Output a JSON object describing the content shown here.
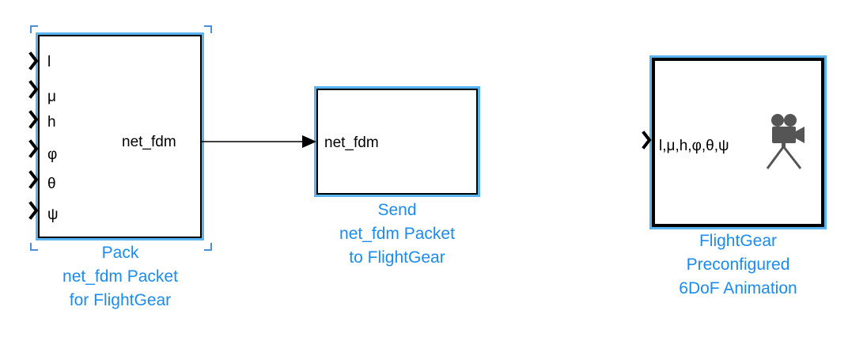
{
  "blocks": {
    "pack": {
      "inputs": [
        "l",
        "μ",
        "h",
        "φ",
        "θ",
        "ψ"
      ],
      "output": "net_fdm",
      "label": [
        "Pack",
        "net_fdm Packet",
        "for FlightGear"
      ]
    },
    "send": {
      "input": "net_fdm",
      "label": [
        "Send",
        "net_fdm Packet",
        "to FlightGear"
      ]
    },
    "animation": {
      "input": "l,μ,h,φ,θ,ψ",
      "icon": "camera-icon",
      "label": [
        "FlightGear",
        "Preconfigured",
        "6DoF Animation"
      ]
    }
  },
  "signals": [
    {
      "from": "pack.net_fdm",
      "to": "send.net_fdm"
    }
  ],
  "colors": {
    "block_border": "#000000",
    "block_highlight": "#5ab4f0",
    "label_text": "#1a8cf0",
    "selection_handles": "#4a90d9",
    "icon_gray": "#555555"
  }
}
